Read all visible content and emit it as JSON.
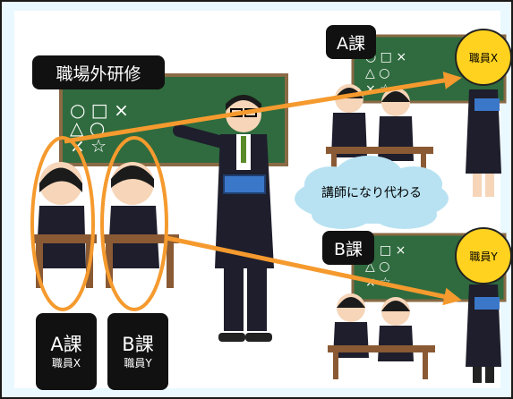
{
  "title": "職場外研修",
  "course_a": "A課",
  "course_b": "B課",
  "staff_x_circle": "職員X",
  "staff_y_circle": "職員Y",
  "cloud_text": "講師になり代わる",
  "bottom_labels": {
    "a": {
      "course": "A課",
      "staff": "職員X"
    },
    "b": {
      "course": "B課",
      "staff": "職員Y"
    }
  },
  "board_symbols": "○ □ ×  △ ○  × ☆",
  "colors": {
    "arrow": "#f59a2e",
    "board": "#2f6b3e",
    "label_bg": "#111111",
    "circle": "#ffd21f",
    "frame_bg": "#eaf8ff"
  }
}
